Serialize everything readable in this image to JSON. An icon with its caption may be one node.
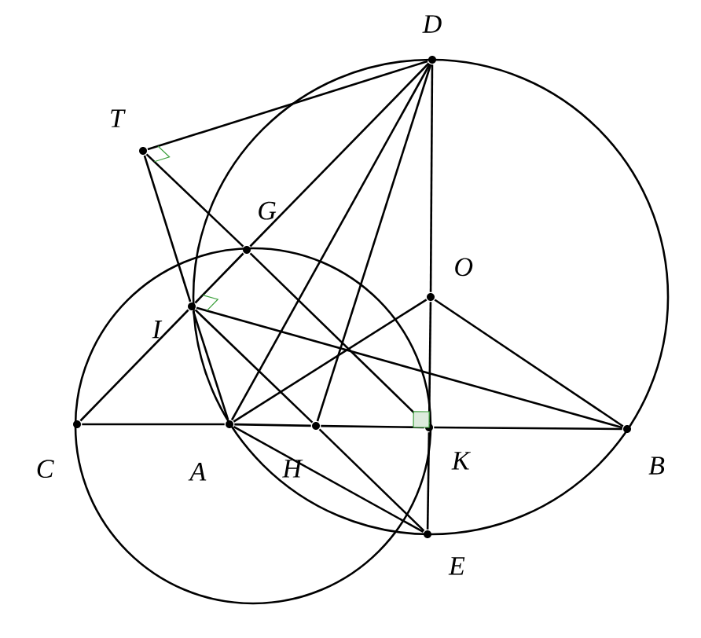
{
  "diagram": {
    "nodes": [
      {
        "text": [
          "D"
        ]
      },
      {
        "text": [
          "T"
        ]
      },
      {
        "text": [
          "G"
        ]
      },
      {
        "text": [
          "O"
        ]
      },
      {
        "text": [
          "I"
        ]
      },
      {
        "text": [
          "C"
        ]
      },
      {
        "text": [
          "A"
        ]
      },
      {
        "text": [
          "H"
        ]
      },
      {
        "text": [
          "K"
        ]
      },
      {
        "text": [
          "B"
        ]
      },
      {
        "text": [
          "E"
        ]
      }
    ],
    "edges": [
      {
        "from": 5,
        "to": 6,
        "arrow": "none"
      },
      {
        "from": 6,
        "to": 7,
        "arrow": "none"
      },
      {
        "from": 7,
        "to": 8,
        "arrow": "none"
      },
      {
        "from": 8,
        "to": 9,
        "arrow": "none"
      },
      {
        "from": 5,
        "to": 4,
        "arrow": "none"
      },
      {
        "from": 4,
        "to": 2,
        "arrow": "none"
      },
      {
        "from": 2,
        "to": 0,
        "arrow": "none"
      },
      {
        "from": 1,
        "to": 0,
        "arrow": "none"
      },
      {
        "from": 1,
        "to": 4,
        "arrow": "none"
      },
      {
        "from": 4,
        "to": 6,
        "arrow": "none"
      },
      {
        "from": 1,
        "to": 2,
        "arrow": "none"
      },
      {
        "from": 2,
        "to": 8,
        "arrow": "none"
      },
      {
        "from": 0,
        "to": 6,
        "arrow": "none"
      },
      {
        "from": 0,
        "to": 7,
        "arrow": "none"
      },
      {
        "from": 0,
        "to": 3,
        "arrow": "none"
      },
      {
        "from": 3,
        "to": 8,
        "arrow": "none"
      },
      {
        "from": 8,
        "to": 10,
        "arrow": "none"
      },
      {
        "from": 4,
        "to": 7,
        "arrow": "none"
      },
      {
        "from": 7,
        "to": 10,
        "arrow": "none"
      },
      {
        "from": 4,
        "to": 9,
        "arrow": "none"
      },
      {
        "from": 6,
        "to": 10,
        "arrow": "none"
      },
      {
        "from": 6,
        "to": 3,
        "arrow": "none"
      },
      {
        "from": 3,
        "to": 9,
        "arrow": "none"
      }
    ]
  }
}
